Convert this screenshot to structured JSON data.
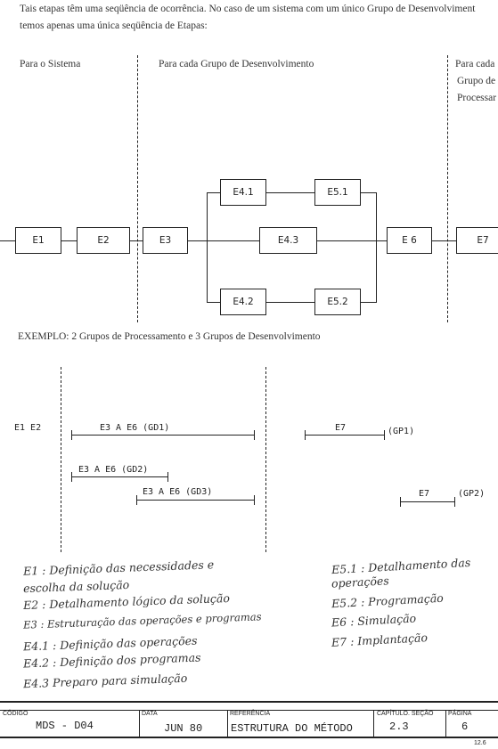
{
  "intro": {
    "line1": "Tais etapas têm uma seqüência de ocorrência. No caso de um sistema com um único Grupo de Desenvolviment",
    "line2": "temos apenas uma única seqüência de Etapas:"
  },
  "columns": {
    "sistema": "Para o Sistema",
    "grupo_desenv": "Para cada Grupo de Desenvolvimento",
    "grupo_proc_1": "Para cada",
    "grupo_proc_2": "Grupo de",
    "grupo_proc_3": "Processar"
  },
  "boxes": {
    "e1": "E1",
    "e2": "E2",
    "e3": "E3",
    "e41": "E4.1",
    "e51": "E5.1",
    "e43": "E4.3",
    "e42": "E4.2",
    "e52": "E5.2",
    "e6": "E 6",
    "e7": "E7"
  },
  "example": {
    "title": "EXEMPLO:  2 Grupos de Processamento e 3 Grupos de Desenvolvimento",
    "e1e2": "E1   E2",
    "gd1": "E3   A   E6      (GD1)",
    "gd2": "E3 A E6 (GD2)",
    "gd3": "E3  A  E6  (GD3)",
    "gp1_label": "E7",
    "gp1": "(GP1)",
    "gp2_label": "E7",
    "gp2": "(GP2)"
  },
  "notes": {
    "left": [
      "E1 : Definição das necessidades e",
      "     escolha da solução",
      "E2 : Detalhamento lógico da solução",
      "E3 : Estruturação das operações e programas",
      "E4.1 : Definição das operações",
      "E4.2 : Definição dos programas",
      "E4.3  Preparo para simulação"
    ],
    "right": [
      "E5.1 : Detalhamento das",
      "       operações",
      "E5.2 : Programação",
      "E6 : Simulação",
      "E7 : Implantação"
    ]
  },
  "footer": {
    "codigo_label": "CÓDIGO",
    "codigo": "MDS  - D04",
    "data_label": "DATA",
    "data": "JUN 80",
    "referencia_label": "REFERÊNCIA",
    "referencia": "ESTRUTURA DO MÉTODO",
    "capitulo_label": "CAPÍTULO. SEÇÃO",
    "capitulo": "2.3",
    "pagina_label": "PÁGINA",
    "pagina": "6",
    "corner": "12.6"
  }
}
